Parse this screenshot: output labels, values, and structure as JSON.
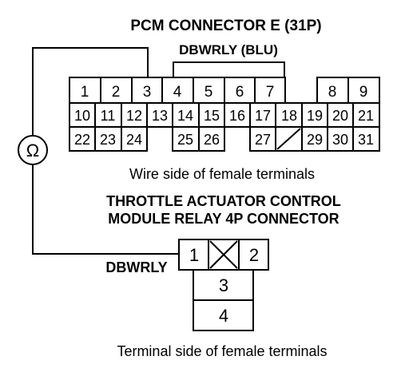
{
  "pcm_connector": {
    "title": "PCM CONNECTOR E (31P)",
    "wire_label": "DBWRLY (BLU)",
    "caption": "Wire side of female terminals",
    "row1": [
      "1",
      "2",
      "3",
      "4",
      "5",
      "6",
      "7",
      "8",
      "9"
    ],
    "row2": [
      "10",
      "11",
      "12",
      "13",
      "14",
      "15",
      "16",
      "17",
      "18",
      "19",
      "20",
      "21"
    ],
    "row3": [
      "22",
      "23",
      "24",
      "25",
      "26",
      "27",
      "29",
      "30",
      "31"
    ]
  },
  "meter": {
    "symbol": "Ω",
    "icon": "ohmmeter-icon"
  },
  "relay_connector": {
    "title_line1": "THROTTLE ACTUATOR CONTROL",
    "title_line2": "MODULE RELAY 4P CONNECTOR",
    "wire_label": "DBWRLY",
    "caption": "Terminal side of female terminals",
    "pins": [
      "1",
      "2",
      "3",
      "4"
    ]
  }
}
